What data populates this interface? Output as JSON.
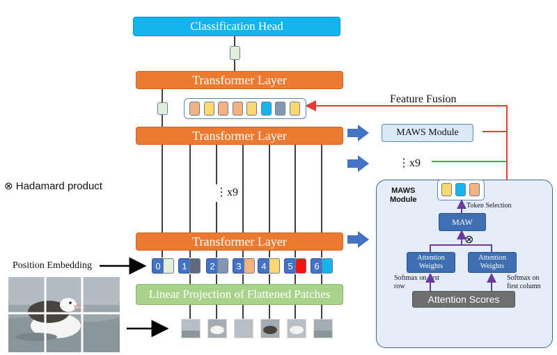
{
  "labels": {
    "classification_head": "Classification Head",
    "transformer_layer": "Transformer Layer",
    "linear_projection": "Linear Projection of Flattened Patches",
    "feature_fusion": "Feature Fusion",
    "maws_module_box": "MAWS Module",
    "repeat_x9": "⋮x9",
    "hadamard_legend": "⊗  Hadamard product",
    "position_embedding": "Position Embedding",
    "maws_panel_title_line1": "MAWS",
    "maws_panel_title_line2": "Module",
    "token_selection": "Token Selection",
    "maw": "MAW",
    "attention_weights_1": "Attention Weights",
    "attention_weights_2": "Attention Weights",
    "softmax_row": "Softmax on first row",
    "softmax_col": "Softmax on first column",
    "attention_scores": "Attention Scores",
    "hadamard_symbol": "⊗"
  },
  "position_indices": [
    "0",
    "1",
    "2",
    "3",
    "4",
    "5",
    "6"
  ],
  "colors": {
    "classification_head": "#12b5ee",
    "transformer_layer": "#ec7a31",
    "linear_projection": "#a9d38a",
    "arrow_blue": "#4472c4",
    "fusion_red": "#e53b3b",
    "repeat_green": "#2fae4f",
    "purple_arrow": "#6a3aa0",
    "token_colors_fused": [
      "#f4b183",
      "#fcd870",
      "#f4b183",
      "#f4b183",
      "#fcd870",
      "#12b5ee",
      "#8497b0",
      "#fcd870"
    ],
    "token_colors_selected": [
      "#fcd870",
      "#12b5ee",
      "#f4b183"
    ],
    "token_colors_position": [
      "#e2efda",
      "#5f6a7a",
      "#8497b0",
      "#f4b183",
      "#fcd870",
      "#ff1010",
      "#12b5ee"
    ]
  }
}
